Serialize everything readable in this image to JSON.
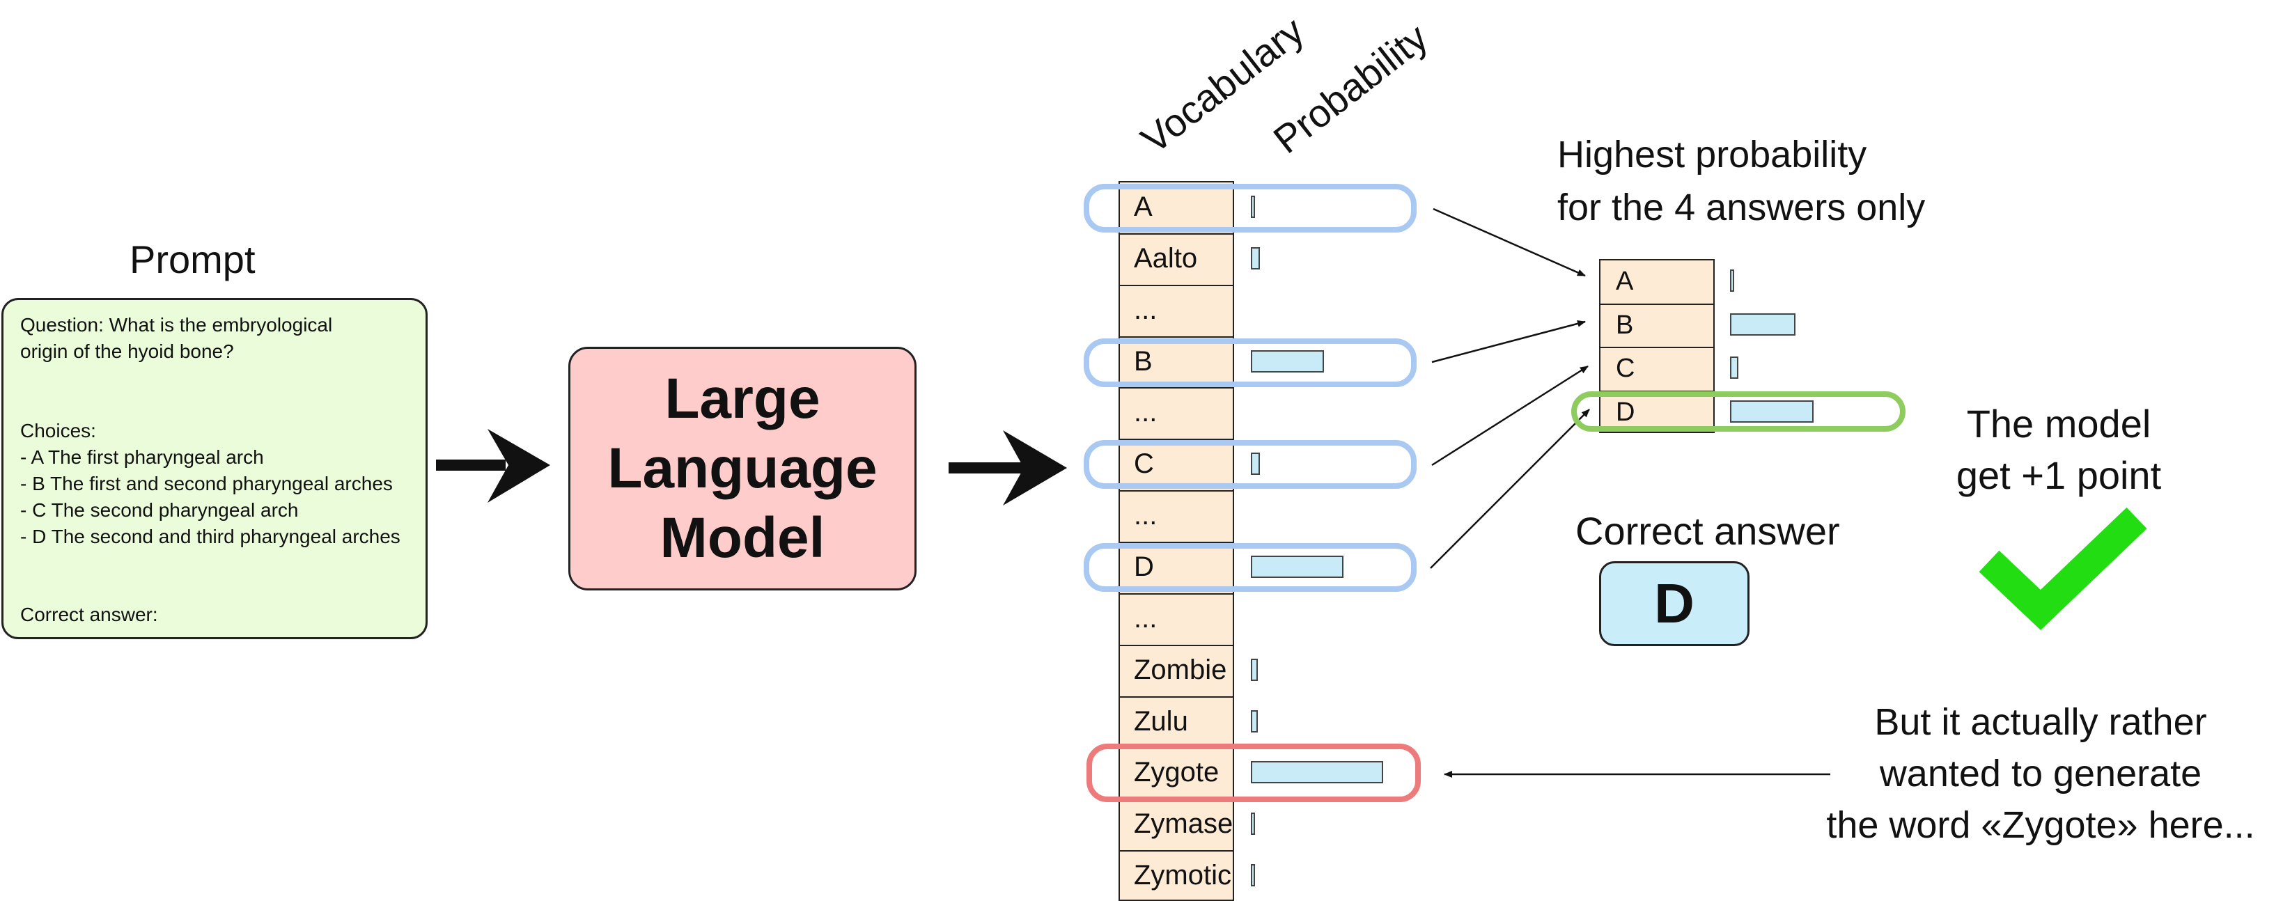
{
  "prompt": {
    "title": "Prompt",
    "lines": [
      "Question: What is the embryological",
      "origin of the hyoid bone?",
      "Choices:",
      "- A The first pharyngeal arch",
      "- B The first and second pharyngeal arches",
      "- C The second pharyngeal arch",
      "- D The second and third pharyngeal arches",
      "Correct answer:"
    ]
  },
  "model": {
    "label": "Large\nLanguage\nModel",
    "color": "#ffcccc"
  },
  "vocab": {
    "header_vocab": "Vocabulary",
    "header_prob": "Probability",
    "rows": [
      {
        "word": "A",
        "prob": 0.03
      },
      {
        "word": "Aalto",
        "prob": 0.07
      },
      {
        "word": "...",
        "prob": null
      },
      {
        "word": "B",
        "prob": 0.55
      },
      {
        "word": "...",
        "prob": null
      },
      {
        "word": "C",
        "prob": 0.07
      },
      {
        "word": "...",
        "prob": null
      },
      {
        "word": "D",
        "prob": 0.7
      },
      {
        "word": "...",
        "prob": null
      },
      {
        "word": "Zombie",
        "prob": 0.05
      },
      {
        "word": "Zulu",
        "prob": 0.05
      },
      {
        "word": "Zygote",
        "prob": 1.0
      },
      {
        "word": "Zymase",
        "prob": 0.03
      },
      {
        "word": "Zymotic",
        "prob": 0.02
      }
    ]
  },
  "answers": {
    "title": "Highest probability\nfor the 4 answers only",
    "rows": [
      {
        "word": "A",
        "prob": 0.03
      },
      {
        "word": "B",
        "prob": 0.55
      },
      {
        "word": "C",
        "prob": 0.07
      },
      {
        "word": "D",
        "prob": 0.7
      }
    ]
  },
  "correct": {
    "title": "Correct answer",
    "letter": "D"
  },
  "model_point": "The model\nget +1 point",
  "rather_text": "But it actually rather\nwanted to generate\nthe word «Zygote» here...",
  "colors": {
    "prompt_bg": "#eafcd9",
    "cell_bg": "#fdebd6",
    "bar": "#c8ebf7",
    "highlight_blue": "#a9c8f2",
    "highlight_green": "#8fcc5e",
    "highlight_red": "#ee7b7b",
    "check": "#22dd11"
  }
}
